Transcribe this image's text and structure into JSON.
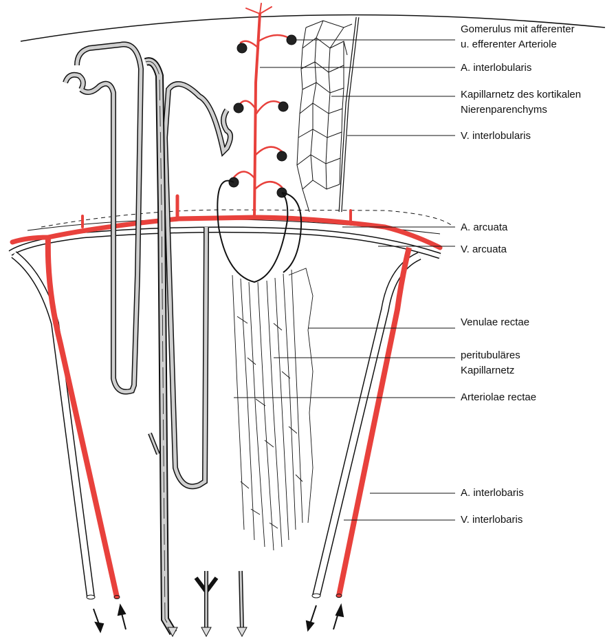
{
  "colors": {
    "artery": "#e8413c",
    "vessel_fill": "#ffffff",
    "tubule_fill": "#cfcfcf",
    "ink": "#111111"
  },
  "labels": {
    "glomerulus_line1": "Gomerulus mit afferenter",
    "glomerulus_line2": "u. efferenter Arteriole",
    "a_interlobularis": "A. interlobularis",
    "kapillarnetz_line1": "Kapillarnetz des kortikalen",
    "kapillarnetz_line2": "Nierenparenchyms",
    "v_interlobularis": "V. interlobularis",
    "a_arcuata": "A. arcuata",
    "v_arcuata": "V. arcuata",
    "venulae_rectae": "Venulae rectae",
    "peritubulaeres_line1": "peritubuläres",
    "peritubulaeres_line2": "Kapillarnetz",
    "arteriolae_rectae": "Arteriolae rectae",
    "a_interlobaris": "A. interlobaris",
    "v_interlobaris": "V. interlobaris"
  }
}
